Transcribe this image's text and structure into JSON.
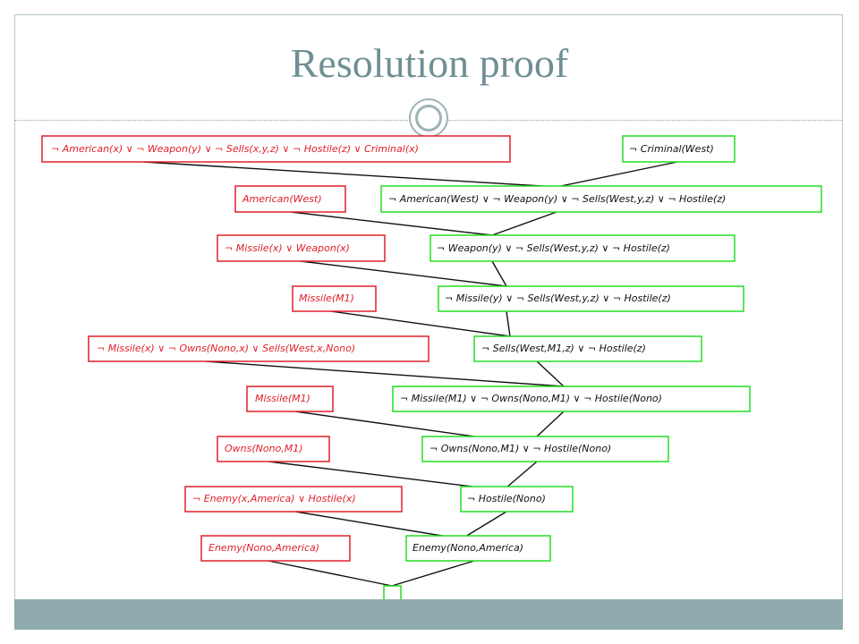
{
  "slide": {
    "title": "Resolution proof"
  },
  "diagram": {
    "premises": [
      "¬ American(x)  ∨ ¬ Weapon(y)  ∨ ¬ Sells(x,y,z)  ∨ ¬ Hostile(z)  ∨ Criminal(x)",
      "American(West)",
      "¬ Missile(x)  ∨ Weapon(x)",
      "Missile(M1)",
      "¬ Missile(x)  ∨ ¬ Owns(Nono,x)  ∨ Sells(West,x,Nono)",
      "Missile(M1)",
      "Owns(Nono,M1)",
      "¬ Enemy(x,America)  ∨ Hostile(x)",
      "Enemy(Nono,America)"
    ],
    "derived": [
      "¬ Criminal(West)",
      "¬ American(West)  ∨ ¬ Weapon(y)  ∨ ¬ Sells(West,y,z)  ∨ ¬ Hostile(z)",
      "¬ Weapon(y)  ∨ ¬ Sells(West,y,z)  ∨ ¬ Hostile(z)",
      "¬ Missile(y)  ∨ ¬ Sells(West,y,z)  ∨ ¬ Hostile(z)",
      "¬ Sells(West,M1,z)  ∨ ¬ Hostile(z)",
      "¬ Missile(M1)  ∨ ¬ Owns(Nono,M1)  ∨ ¬ Hostile(Nono)",
      "¬ Owns(Nono,M1)  ∨ ¬ Hostile(Nono)",
      "¬ Hostile(Nono)",
      "Enemy(Nono,America)",
      ""
    ],
    "colors": {
      "premise_border": "#e0202a",
      "premise_text": "#e0202a",
      "derived_border": "#22dd22",
      "derived_text": "#111111",
      "title": "#6f8f95",
      "bar": "#8fabad"
    }
  }
}
